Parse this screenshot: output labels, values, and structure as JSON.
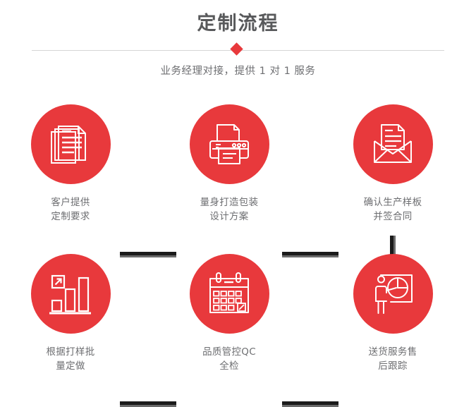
{
  "header": {
    "title": "定制流程",
    "subtitle": "业务经理对接，提供 1 对 1 服务",
    "accent_color": "#e8393c",
    "divider_color": "#d6d6d6",
    "title_color": "#58595b",
    "subtitle_color": "#6d6e71"
  },
  "flow": {
    "circle_color": "#e8393c",
    "label_color": "#6d6e71",
    "connector_dark_color": "#1b1b1b",
    "connector_light_color": "#6a6a6a",
    "steps": [
      {
        "index": "1",
        "icon": "documents-stack-icon",
        "label": "客户提供\n定制要求"
      },
      {
        "index": "2",
        "icon": "printer-icon",
        "label": "量身打造包装\n设计方案"
      },
      {
        "index": "3",
        "icon": "open-envelope-letter-icon",
        "label": "确认生产样板\n并签合同"
      },
      {
        "index": "4",
        "icon": "bar-chart-growth-icon",
        "label": "根据打样批\n量定做"
      },
      {
        "index": "5",
        "icon": "calendar-icon",
        "label": "品质管控QC\n全检"
      },
      {
        "index": "6",
        "icon": "presenter-pie-chart-icon",
        "label": "送货服务售\n后跟踪"
      }
    ]
  }
}
